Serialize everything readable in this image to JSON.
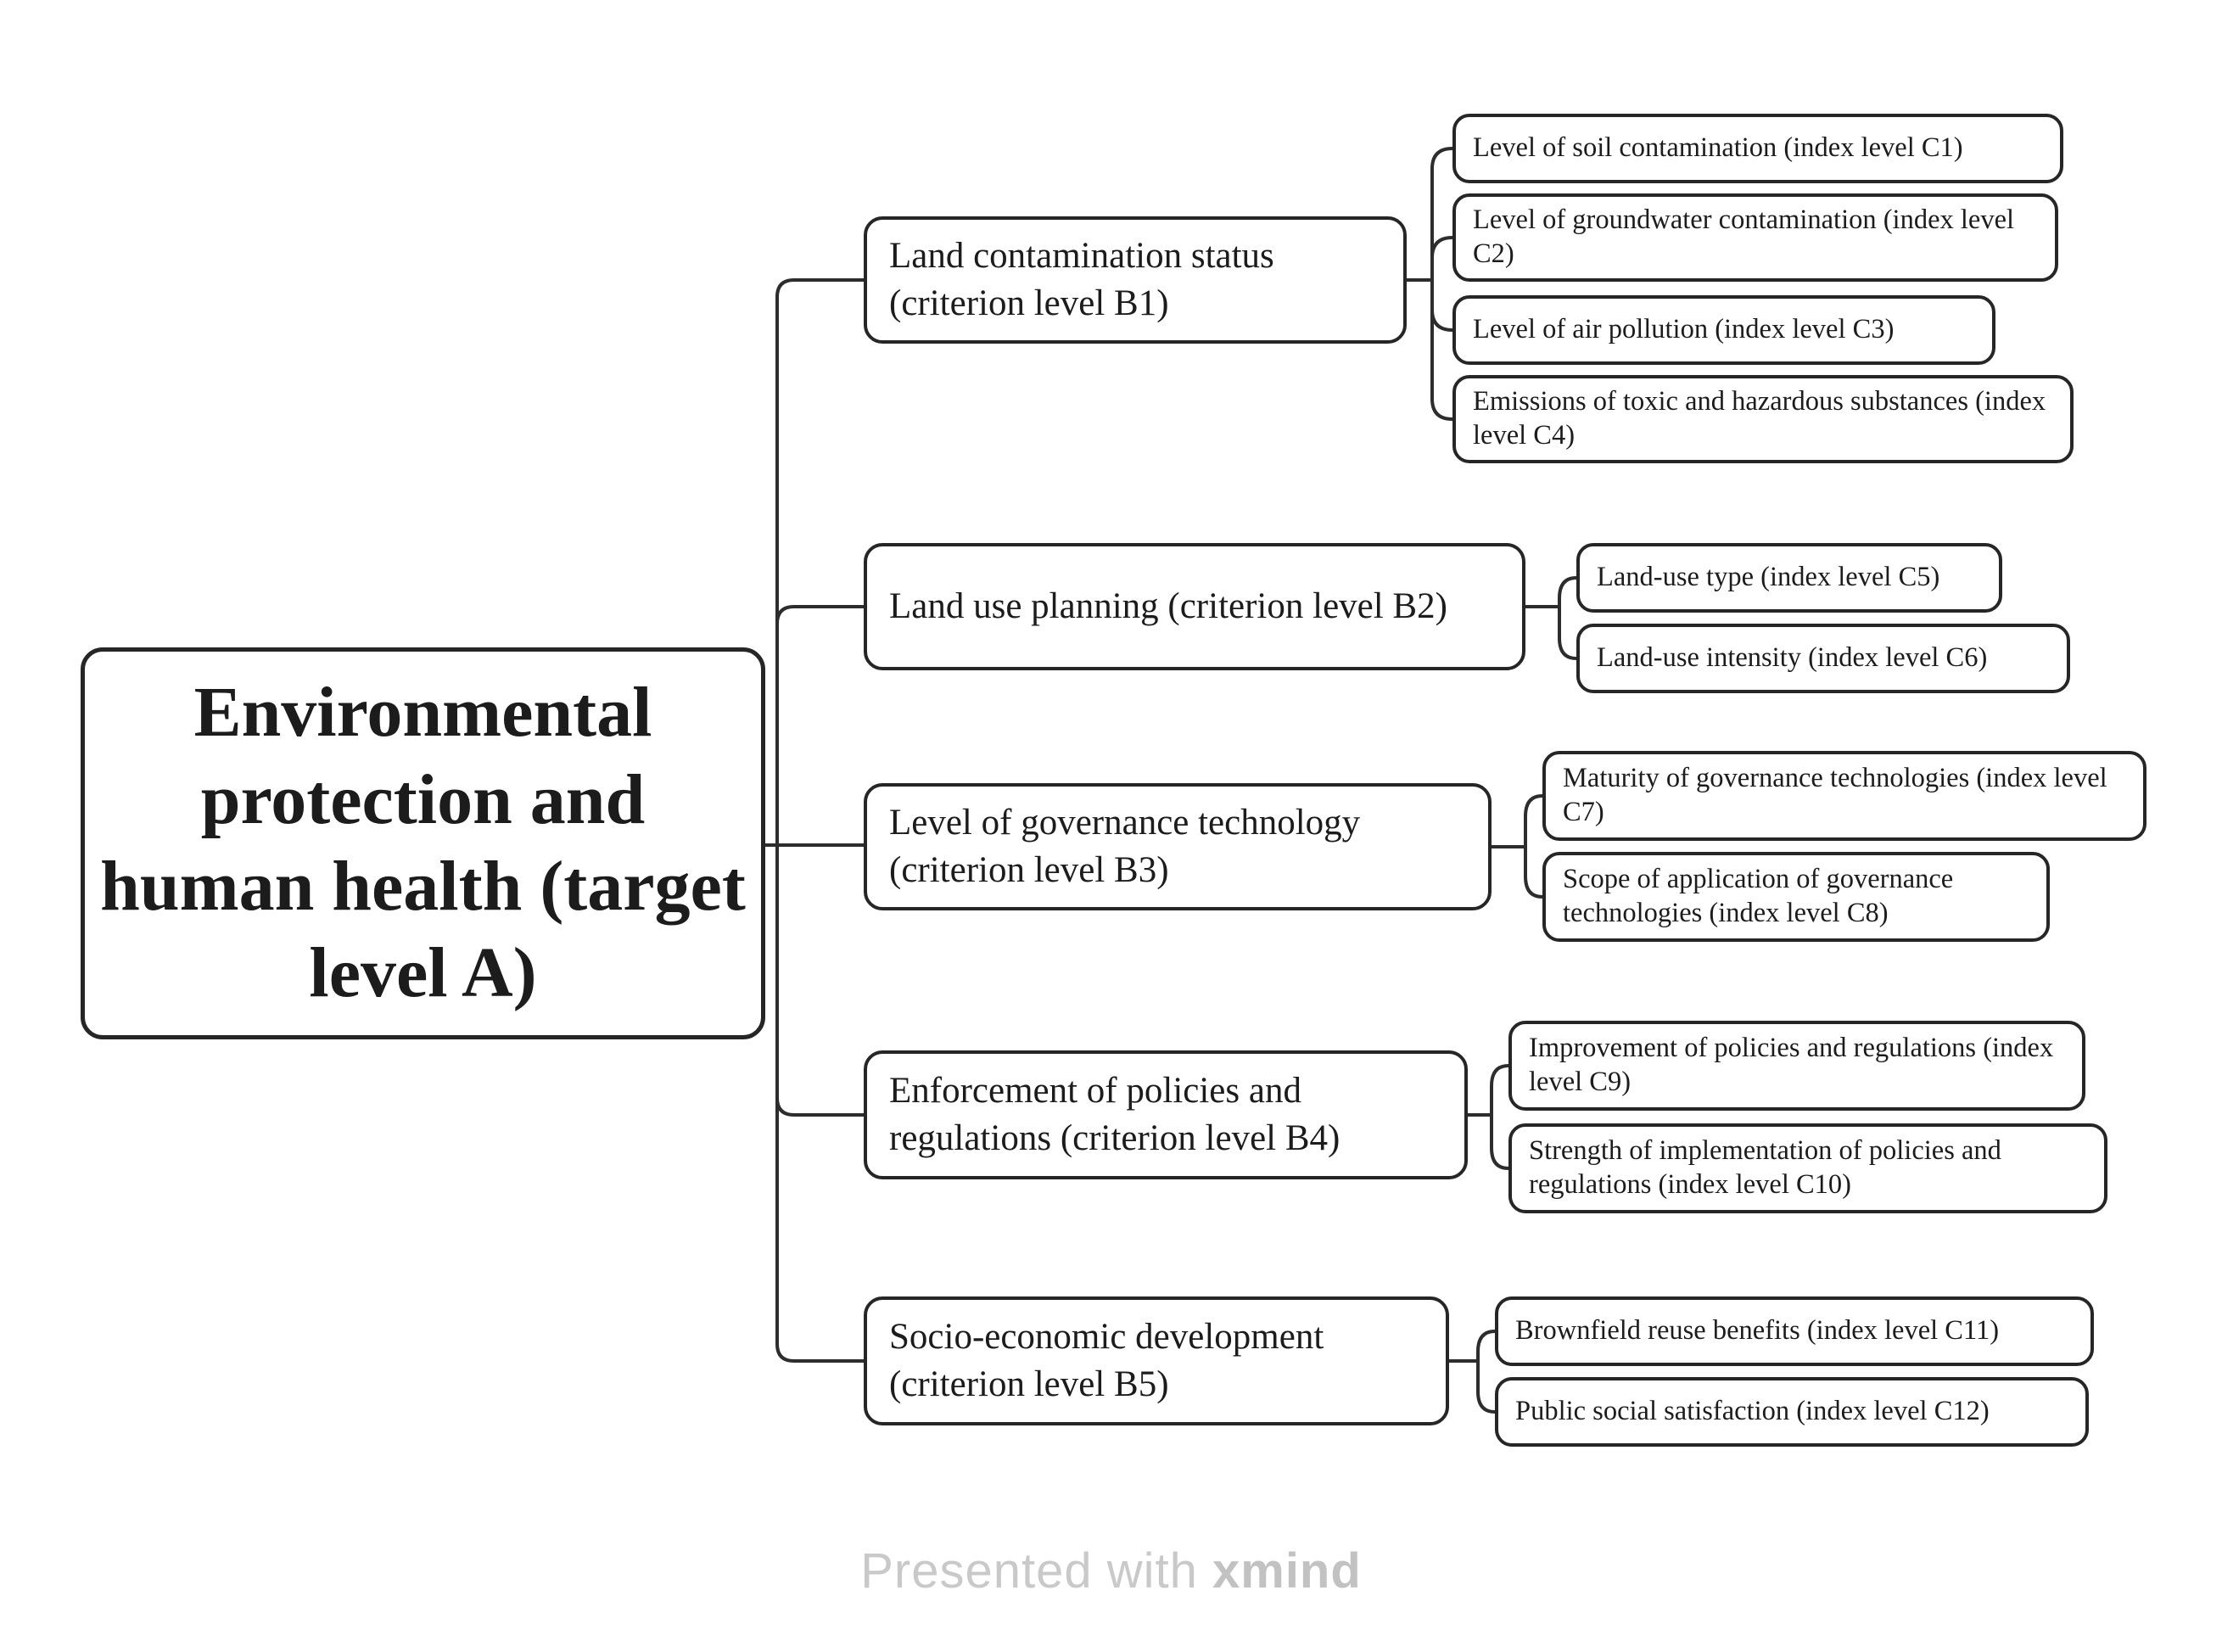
{
  "root": {
    "label": "Environmental protection and human health (target level A)"
  },
  "branches": [
    {
      "label": "Land contamination status (criterion level B1)",
      "children": [
        {
          "label": "Level of soil contamination (index level C1)"
        },
        {
          "label": "Level of groundwater contamination (index level C2)"
        },
        {
          "label": "Level of air pollution (index level C3)"
        },
        {
          "label": "Emissions of toxic and hazardous substances (index level C4)"
        }
      ]
    },
    {
      "label": "Land use planning (criterion level B2)",
      "children": [
        {
          "label": "Land-use type (index level C5)"
        },
        {
          "label": "Land-use intensity (index level C6)"
        }
      ]
    },
    {
      "label": "Level of governance technology (criterion level B3)",
      "children": [
        {
          "label": "Maturity of governance technologies (index level C7)"
        },
        {
          "label": "Scope of application of governance technologies (index level C8)"
        }
      ]
    },
    {
      "label": "Enforcement of policies and regulations (criterion level B4)",
      "children": [
        {
          "label": "Improvement of policies and regulations (index level C9)"
        },
        {
          "label": "Strength of implementation of policies and regulations (index level C10)"
        }
      ]
    },
    {
      "label": "Socio-economic development (criterion level B5)",
      "children": [
        {
          "label": "Brownfield reuse benefits (index level C11)"
        },
        {
          "label": "Public social satisfaction (index level C12)"
        }
      ]
    }
  ],
  "footer": {
    "prefix": "Presented with ",
    "brand": "xmind"
  },
  "colors": {
    "node_border": "#262626",
    "connector": "#2d2d2d",
    "background": "#ffffff",
    "footer_text": "#c9c9c9"
  }
}
